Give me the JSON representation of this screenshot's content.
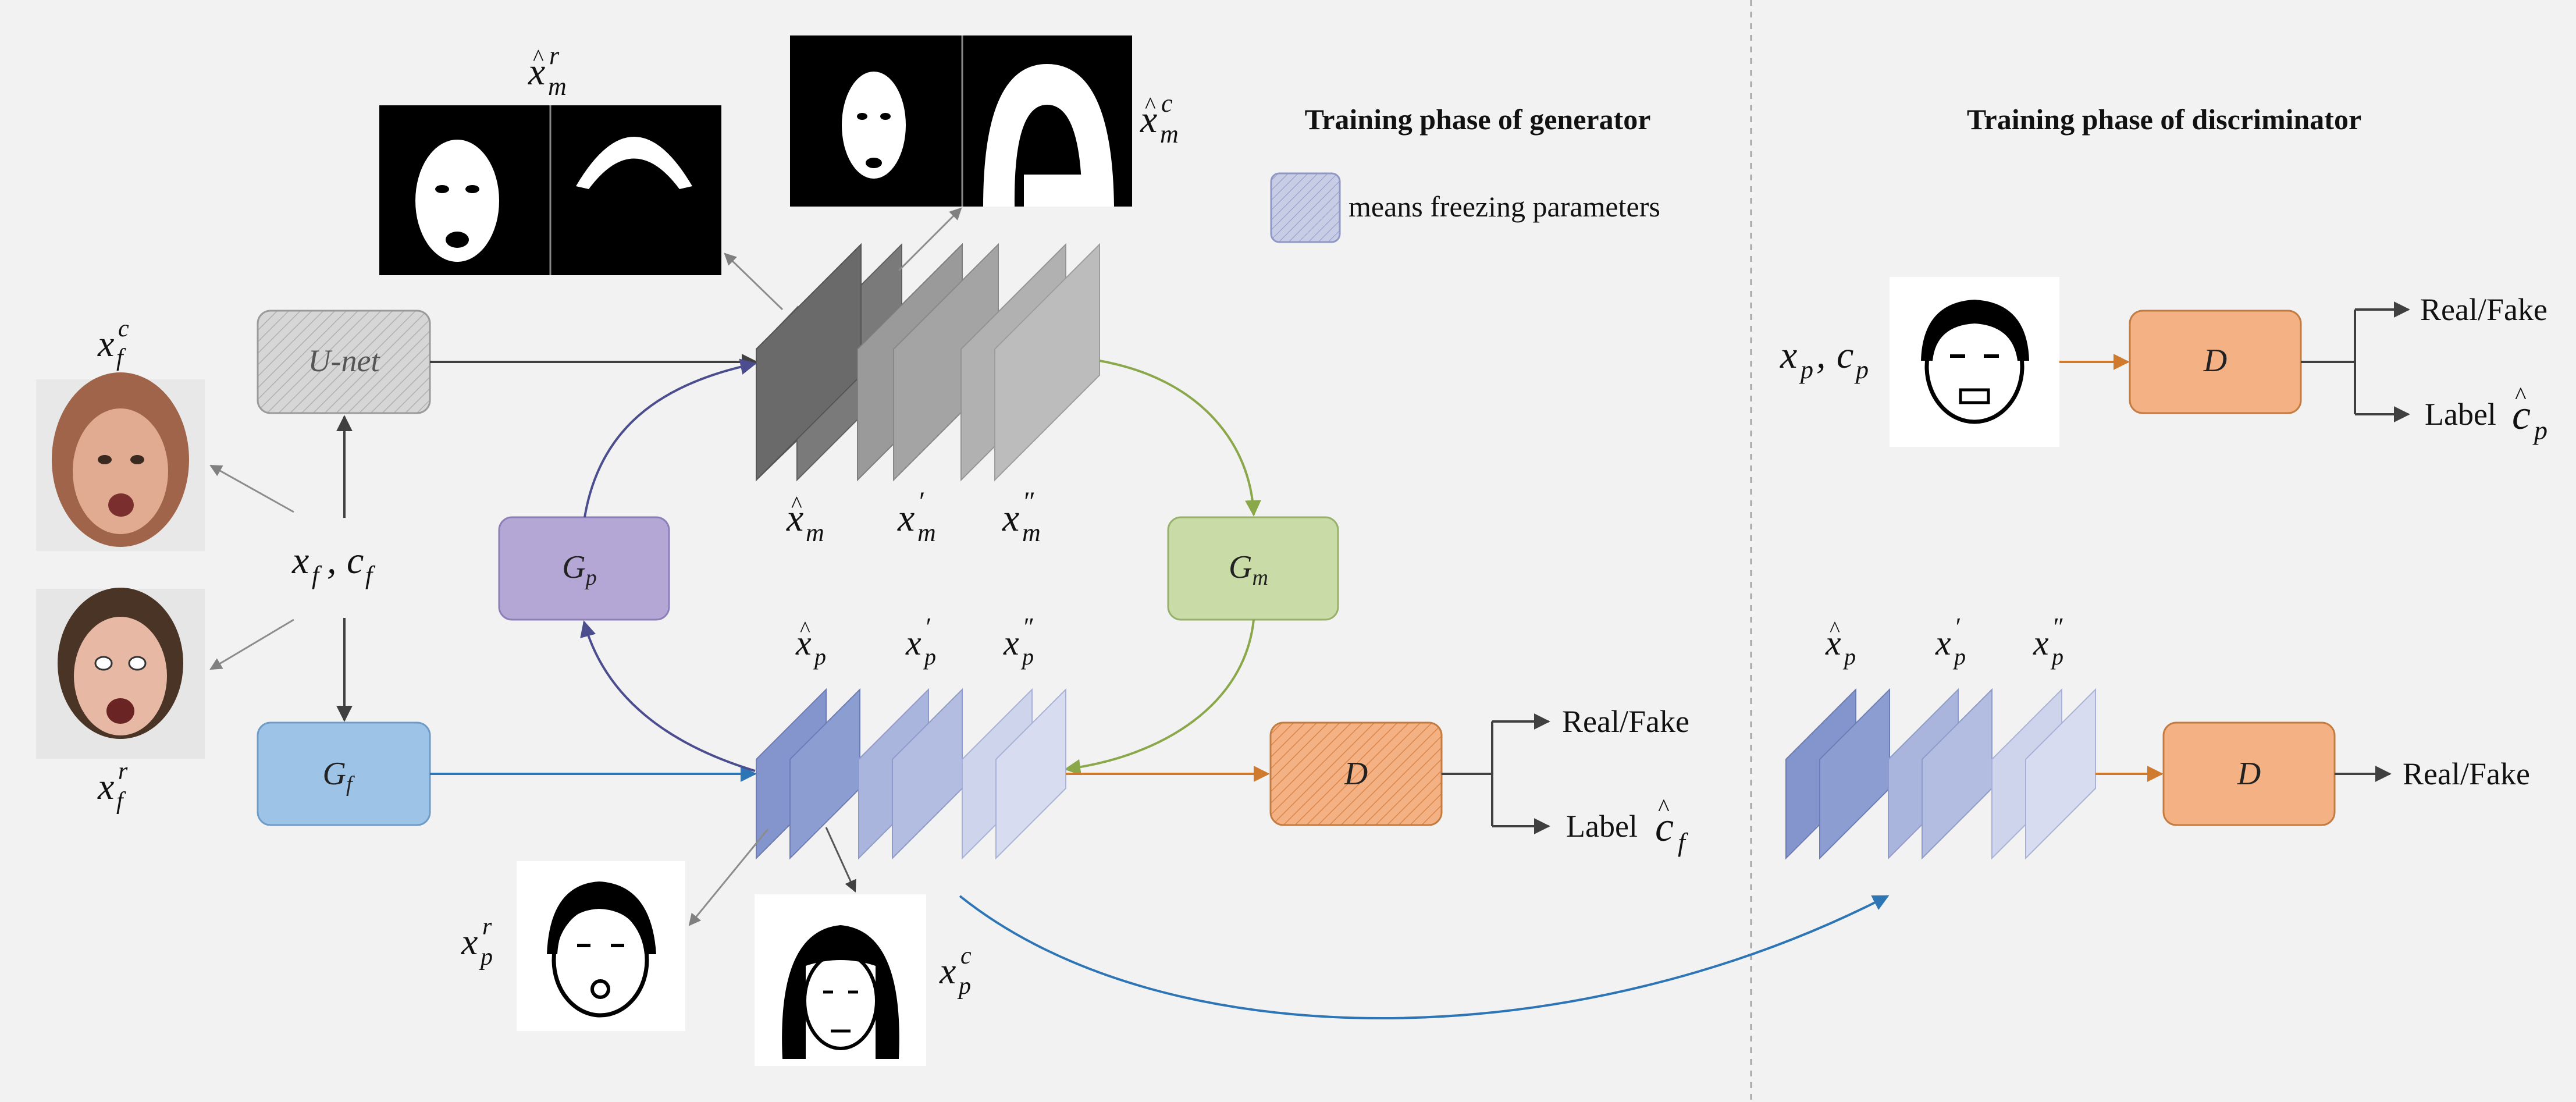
{
  "titles": {
    "generator": "Training phase of generator",
    "discriminator": "Training phase of discriminator"
  },
  "legend": {
    "text": "means freezing parameters"
  },
  "modules": {
    "unet": "U-net",
    "gp": "G",
    "gp_sub": "p",
    "gm": "G",
    "gm_sub": "m",
    "gf": "G",
    "gf_sub": "f",
    "d": "D"
  },
  "outputs": {
    "real_fake": "Real/Fake",
    "label": "Label"
  },
  "symbols": {
    "x": "x",
    "c": "c",
    "hat": "^",
    "sub_m": "m",
    "sub_p": "p",
    "sub_f": "f",
    "sup_r": "r",
    "sup_c": "c",
    "prime": "′",
    "dprime": "″",
    "comma": ","
  },
  "colors": {
    "background": "#f2f2f2",
    "unet_fill": "#d6d6d6",
    "gp_fill": "#b4a7d6",
    "gm_fill": "#c9dba6",
    "gf_fill": "#9dc3e6",
    "d_fill": "#f4b183",
    "arrow_blue": "#2e75b6",
    "arrow_purple": "#4b4d8f",
    "arrow_green": "#8aa84a",
    "arrow_orange": "#d07a2d",
    "arrow_dark": "#404040",
    "layer_blue": "#8c9dd1",
    "layer_gray": "#808080"
  }
}
